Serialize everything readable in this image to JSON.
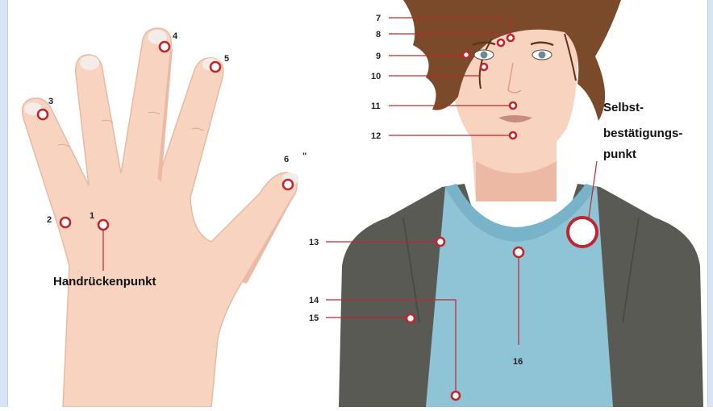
{
  "colors": {
    "skin": "#f7d3c0",
    "skin_shadow": "#ecb9a4",
    "hair": "#7a4a2a",
    "jacket": "#5a5a55",
    "shirt": "#8fc3d6",
    "marker": "#c0262e",
    "frame": "#d6e4f5"
  },
  "points": [
    "1",
    "2",
    "3",
    "4",
    "5",
    "6",
    "7",
    "8",
    "9",
    "10",
    "11",
    "12",
    "13",
    "14",
    "15",
    "16"
  ],
  "labels": {
    "hand_point": "Handrückenpunkt",
    "self_point_line1": "Selbst-",
    "self_point_line2": "bestätigungs-",
    "self_point_line3": "punkt",
    "stray_mark": "\""
  }
}
